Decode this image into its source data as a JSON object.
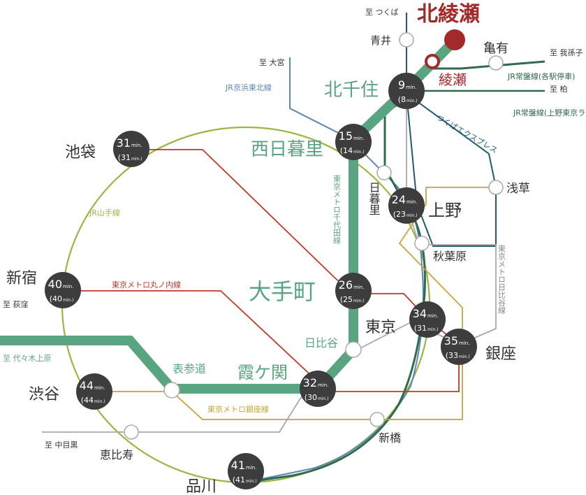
{
  "title": "北綾瀬",
  "lines": {
    "yamanote": "JR山手線",
    "keihin": "JR京浜東北線",
    "chiyoda": "東京メトロ千代田線",
    "marunouchi": "東京メトロ丸ノ内線",
    "ginza": "東京メトロ銀座線",
    "hibiya": "東京メトロ日比谷線",
    "joban_local": "JR常盤線(各駅停車)",
    "joban_rapid": "JR常盤線(上野東京ライン)",
    "tsukuba": "つくばエクスプレス"
  },
  "directions": {
    "tsukuba": "至 つくば",
    "omiya": "至 大宮",
    "abiko": "至 我孫子",
    "kashiwa": "至 柏",
    "ogikubo": "至 荻窪",
    "yoyogi_uehara": "至 代々木上原",
    "naka_meguro": "至 中目黒"
  },
  "stations": {
    "kita_ayase": "北綾瀬",
    "ayase": "綾瀬",
    "aoi": "青井",
    "kameari": "亀有",
    "kita_senju": {
      "name": "北千住",
      "time": "9",
      "time_alt": "(8"
    },
    "nishi_nippori": {
      "name": "西日暮里",
      "time": "15",
      "time_alt": "(14"
    },
    "nippori": "日暮里",
    "ikebukuro": {
      "name": "池袋",
      "time": "31",
      "time_alt": "(31"
    },
    "ueno": {
      "name": "上野",
      "time": "24",
      "time_alt": "(23"
    },
    "asakusa": "浅草",
    "akihabara": "秋葉原",
    "shinjuku": {
      "name": "新宿",
      "time": "40",
      "time_alt": "(40"
    },
    "otemachi": {
      "name": "大手町",
      "time": "26",
      "time_alt": "(25"
    },
    "tokyo": {
      "name": "東京",
      "time": "34",
      "time_alt": "(31"
    },
    "ginza": {
      "name": "銀座",
      "time": "35",
      "time_alt": "(33"
    },
    "hibiya": "日比谷",
    "omotesando": "表参道",
    "kasumigaseki": {
      "name": "霞ケ関",
      "time": "32",
      "time_alt": "(30"
    },
    "shibuya": {
      "name": "渋谷",
      "time": "44",
      "time_alt": "(44"
    },
    "shinbashi": "新橋",
    "ebisu": "恵比寿",
    "shinagawa": {
      "name": "品川",
      "time": "41",
      "time_alt": "(41"
    }
  },
  "unit": "min.",
  "unit_alt": "min.)",
  "colors": {
    "chiyoda": "#5aa581",
    "yamanote": "#9bb542",
    "marunouchi": "#c0392b",
    "hibiya": "#a8a8a8",
    "ginza": "#c9a43c",
    "keihin": "#5b86b8",
    "joban": "#2f6b4c",
    "tsukuba": "#1f5a72",
    "time_circle": "#3d3d3d",
    "title_red": "#a32a2a"
  }
}
